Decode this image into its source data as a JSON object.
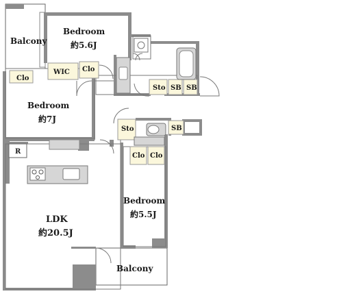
{
  "rooms": {
    "balcony_top": "Balcony",
    "bedroom_top": "Bedroom",
    "bedroom_top_size": "約5.6J",
    "wic": "WIC",
    "clo_top_left": "Clo",
    "clo_top_mid": "Clo",
    "bedroom_mid": "Bedroom",
    "bedroom_mid_size": "約7J",
    "sto_top": "Sto",
    "sb_1": "SB",
    "sb_2": "SB",
    "sto_mid": "Sto",
    "sb_3": "SB",
    "refrigerator": "R",
    "clo_1": "Clo",
    "clo_2": "Clo",
    "bedroom_right": "Bedroom",
    "bedroom_right_size": "約5.5J",
    "ldk": "LDK",
    "ldk_size": "約20.5J",
    "balcony_bottom": "Balcony"
  },
  "colors": {
    "wall": "#8c8c8c",
    "fixture": "#d6d6d6",
    "closet": "#fbf7dc",
    "outline": "#555555"
  }
}
